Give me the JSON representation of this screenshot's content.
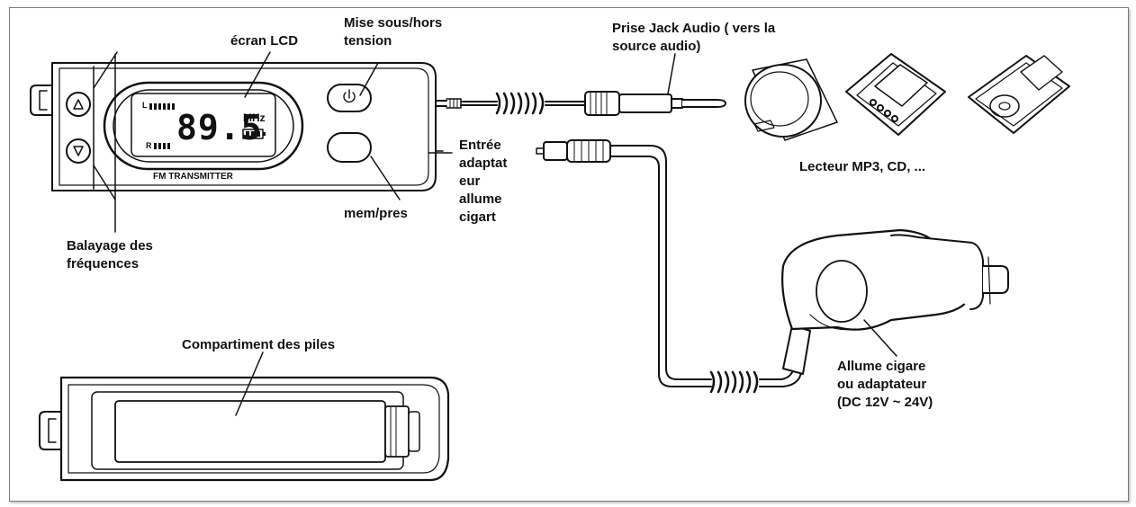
{
  "labels": {
    "ecran_lcd": "écran LCD",
    "mise_sous_tension": "Mise sous/hors\ntension",
    "prise_jack": "Prise Jack Audio ( vers la\nsource audio)",
    "lecteur": "Lecteur MP3, CD, ...",
    "entree_adaptateur": "Entrée\nadaptat\neur\nallume\ncigart",
    "mem_pres": "mem/pres",
    "balayage": "Balayage des\nfréquences",
    "compartiment": "Compartiment des piles",
    "allume_cigare": "Allume cigare\nou adaptateur\n(DC 12V ~ 24V)"
  },
  "lcd": {
    "frequency": "89.5",
    "unit": "MHz",
    "left_channel": "L",
    "right_channel": "R"
  },
  "device_text": "FM TRANSMITTER",
  "icons": {
    "up": "up-triangle-icon",
    "down": "down-triangle-icon",
    "power": "power-icon"
  },
  "colors": {
    "line": "#111111",
    "fill": "#ffffff",
    "shade": "#dcdcdc"
  }
}
